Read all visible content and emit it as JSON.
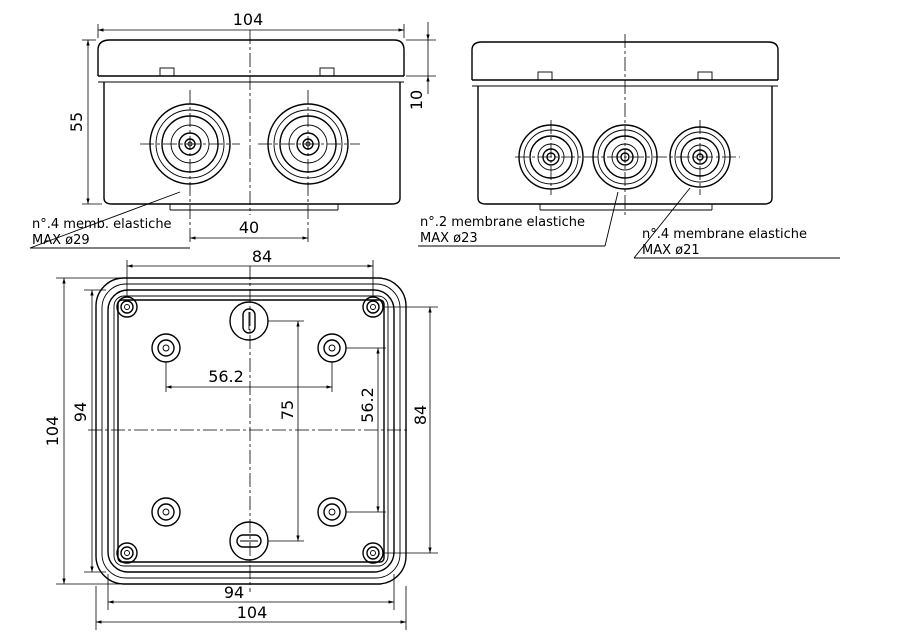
{
  "dimensions": {
    "front_width": "104",
    "front_height": "55",
    "lid_height": "10",
    "gland_spacing": "40",
    "top_inner_width": "84",
    "top_outer_height": "104",
    "top_inner_height": "94",
    "hole_spacing_h": "56.2",
    "hole_spacing_v": "56.2",
    "slot_spacing": "75",
    "right_height": "84",
    "bottom_inner_width": "94",
    "bottom_outer_width": "104"
  },
  "notes": {
    "front": {
      "line1": "n°.4  memb. elastiche",
      "line2": "MAX  ø29"
    },
    "side_large": {
      "line1": "n°.2  membrane  elastiche",
      "line2": "MAX  ø23"
    },
    "side_small": {
      "line1": "n°.4  membrane  elastiche",
      "line2": "MAX  ø21"
    }
  }
}
